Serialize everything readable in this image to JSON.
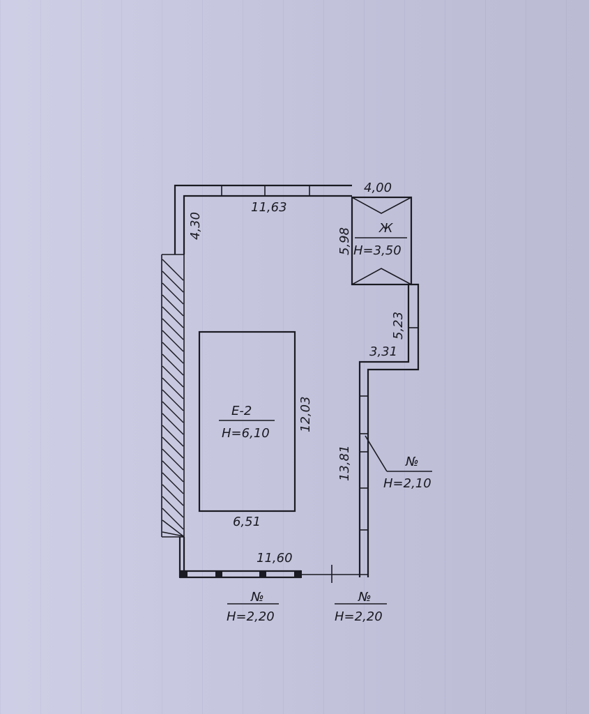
{
  "labels": {
    "top_width": "11,63",
    "top_left_height": "4,30",
    "right_block_width": "4,00",
    "right_block_height": "5,98",
    "right_block_name": "Ж",
    "right_block_h": "H=3,50",
    "notch_height": "5,23",
    "notch_width": "3,31",
    "inner_name": "E-2",
    "inner_h": "H=6,10",
    "inner_height": "12,03",
    "inner_width": "6,51",
    "right_wall_height": "13,81",
    "right_wall_mark": "№",
    "right_wall_h": "H=2,10",
    "bottom_width": "11,60",
    "bottom_left_mark": "№",
    "bottom_left_h": "H=2,20",
    "bottom_right_mark": "№",
    "bottom_right_h": "H=2,20"
  },
  "colors": {
    "paper": "#c9c9e3",
    "ink": "#1a1a22"
  }
}
